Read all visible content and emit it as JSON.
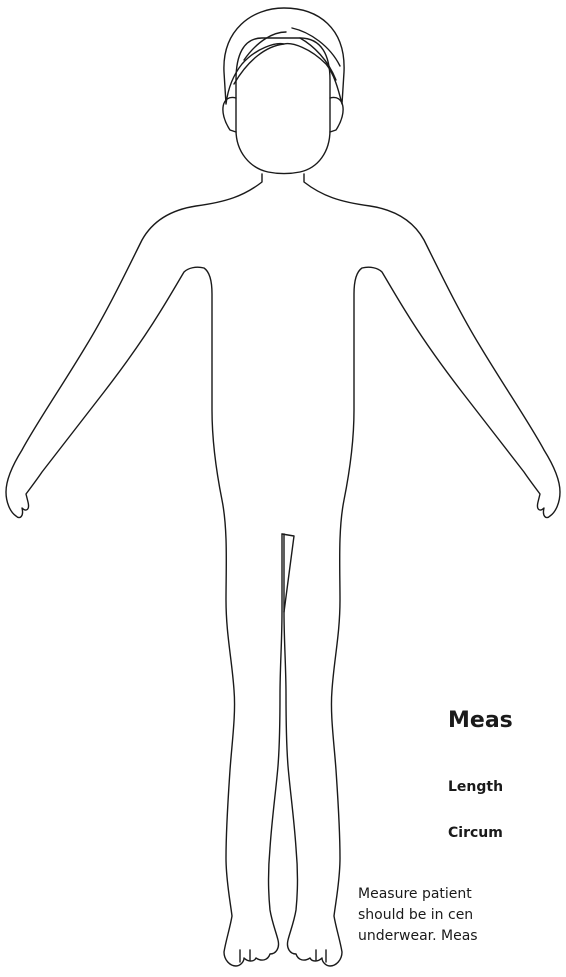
{
  "document": {
    "heading": "Meas",
    "length_label": "Length",
    "circumference_label": "Circum",
    "instructions": [
      "Measure patient",
      "should be in cen",
      "underwear. Meas"
    ]
  }
}
